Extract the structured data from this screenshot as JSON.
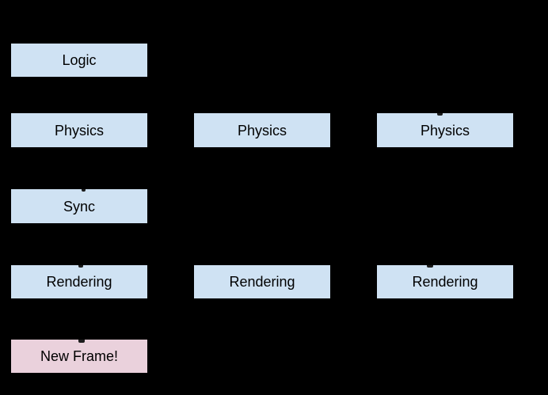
{
  "colors": {
    "background": "#000000",
    "box_blue": "#cfe2f3",
    "box_pink": "#ead1dc",
    "box_text": "#000000"
  },
  "diagram": {
    "boxes": [
      {
        "id": "logic",
        "label": "Logic",
        "color": "#cfe2f3"
      },
      {
        "id": "physics-1",
        "label": "Physics",
        "color": "#cfe2f3"
      },
      {
        "id": "physics-2",
        "label": "Physics",
        "color": "#cfe2f3"
      },
      {
        "id": "physics-3",
        "label": "Physics",
        "color": "#cfe2f3"
      },
      {
        "id": "sync",
        "label": "Sync",
        "color": "#cfe2f3"
      },
      {
        "id": "rendering-1",
        "label": "Rendering",
        "color": "#cfe2f3"
      },
      {
        "id": "rendering-2",
        "label": "Rendering",
        "color": "#cfe2f3"
      },
      {
        "id": "rendering-3",
        "label": "Rendering",
        "color": "#cfe2f3"
      },
      {
        "id": "new-frame",
        "label": "New Frame!",
        "color": "#ead1dc"
      }
    ]
  }
}
